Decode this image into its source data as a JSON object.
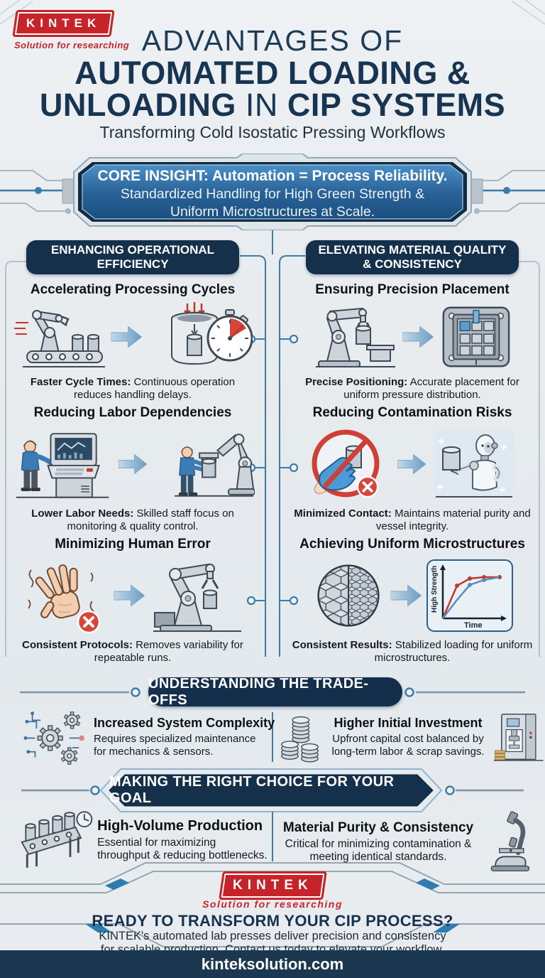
{
  "brand": {
    "name": "KINTEK",
    "tagline": "Solution for researching"
  },
  "header": {
    "title_line1": "ADVANTAGES OF",
    "title_line2": "AUTOMATED LOADING &",
    "title_line3_part1": "UNLOADING",
    "title_line3_part2": " IN ",
    "title_line3_part3": "CIP SYSTEMS",
    "subtitle": "Transforming Cold Isostatic Pressing Workflows"
  },
  "core_insight": {
    "headline": "CORE INSIGHT: Automation = Process Reliability.",
    "body_line1": "Standardized Handling for High Green Strength &",
    "body_line2": "Uniform Microstructures at Scale."
  },
  "columns": [
    {
      "header": "ENHANCING OPERATIONAL EFFICIENCY",
      "sections": [
        {
          "title": "Accelerating Processing Cycles",
          "icon_left": "robot-arm-conveyor",
          "icon_right": "pressure-vessel-stopwatch",
          "caption_lead": "Faster Cycle Times:",
          "caption_rest": " Continuous operation reduces handling delays."
        },
        {
          "title": "Reducing Labor Dependencies",
          "icon_left": "operator-control-console",
          "icon_right": "worker-with-robot-arm",
          "caption_lead": "Lower Labor Needs:",
          "caption_rest": " Skilled staff focus on monitoring & quality control."
        },
        {
          "title": "Minimizing Human Error",
          "icon_left": "trembling-hand-error",
          "icon_right": "robot-arm-gripper",
          "caption_lead": "Consistent Protocols:",
          "caption_rest": " Removes variability for repeatable runs."
        }
      ]
    },
    {
      "header": "ELEVATING MATERIAL QUALITY & CONSISTENCY",
      "sections": [
        {
          "title": "Ensuring Precision Placement",
          "icon_left": "robot-arm-placing",
          "icon_right": "fixture-grid-plate",
          "caption_lead": "Precise Positioning:",
          "caption_rest": " Accurate placement for uniform pressure distribution."
        },
        {
          "title": "Reducing Contamination Risks",
          "icon_left": "no-hand-contact",
          "icon_right": "humanoid-robot-handling",
          "caption_lead": "Minimized Contact:",
          "caption_rest": " Maintains material purity and vessel integrity."
        },
        {
          "title": "Achieving Uniform Microstructures",
          "icon_left": "grain-microstructure",
          "icon_right": "strength-time-chart",
          "caption_lead": "Consistent Results:",
          "caption_rest": " Stabilized loading for uniform microstructures."
        }
      ]
    }
  ],
  "tradeoffs": {
    "banner": "UNDERSTANDING THE TRADE-OFFS",
    "items": [
      {
        "icon": "gears-circuit",
        "title": "Increased System Complexity",
        "desc": "Requires specialized maintenance for mechanics & sensors."
      },
      {
        "icon": "coin-stacks",
        "side_icon": "press-machine",
        "title": "Higher Initial Investment",
        "desc": "Upfront capital cost balanced by long-term labor & scrap savings."
      }
    ]
  },
  "choice": {
    "banner": "MAKING THE RIGHT CHOICE FOR YOUR GOAL",
    "items": [
      {
        "icon": "conveyor-batch-clock",
        "title": "High-Volume Production",
        "desc": "Essential for maximizing throughput & reducing bottlenecks."
      },
      {
        "icon": "microscope",
        "title": "Material Purity & Consistency",
        "desc": "Critical for minimizing contamination & meeting identical standards."
      }
    ]
  },
  "footer": {
    "cta_title": "READY TO TRANSFORM YOUR CIP PROCESS?",
    "cta_body_line1": "KINTEK's automated lab presses deliver precision and consistency",
    "cta_body_line2": "for scalable production. Contact us today to elevate your workflow.",
    "website": "kinteksolution.com"
  },
  "chart_data": {
    "type": "line",
    "title": "",
    "xlabel": "Time",
    "ylabel": "High Strength",
    "x": [
      0,
      1,
      2,
      3,
      4
    ],
    "series": [
      {
        "name": "red-curve",
        "color": "#c0392b",
        "values": [
          0,
          6.5,
          8.0,
          8.2,
          8.3
        ]
      },
      {
        "name": "blue-curve",
        "color": "#5b8db8",
        "values": [
          0,
          4.0,
          7.0,
          7.8,
          8.3
        ]
      }
    ],
    "legend": false,
    "grid": false
  },
  "colors": {
    "navy": "#14304b",
    "banner_blue_top": "#4b90c8",
    "banner_blue_bottom": "#1b4f80",
    "accent_line": "#3c7ca8",
    "red": "#c7232b",
    "badge_red": "#d8453a",
    "bg": "#e8ecef",
    "text_dark": "#101417"
  }
}
